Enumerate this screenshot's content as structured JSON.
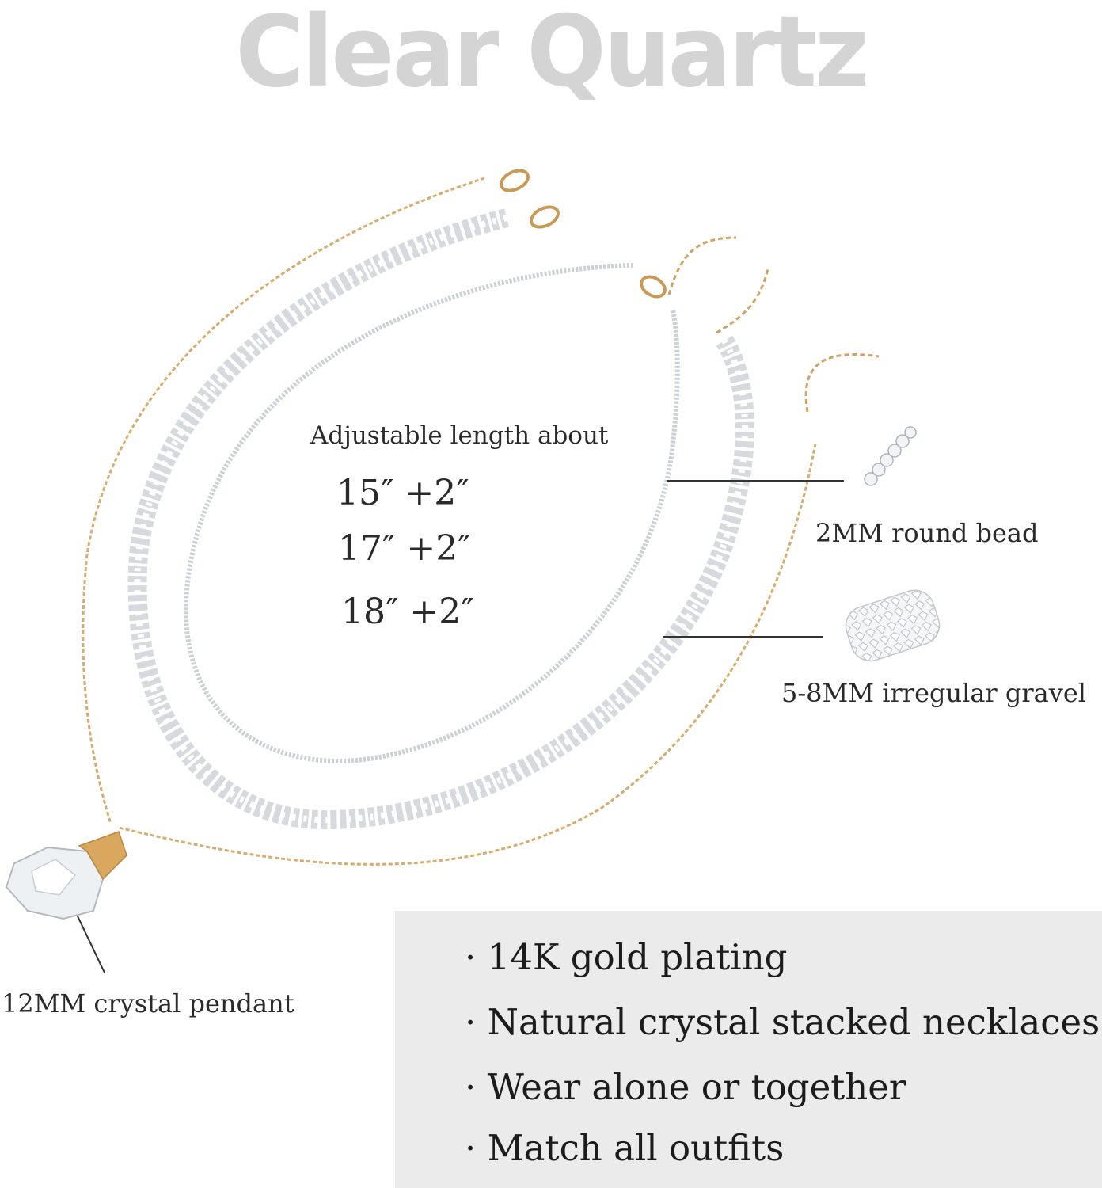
{
  "title": "Clear Quartz",
  "lengths": {
    "caption": "Adjustable length about",
    "options": [
      "15″   +2″",
      "17″   +2″",
      "18″   +2″"
    ]
  },
  "callouts": {
    "round_bead": "2MM round bead",
    "gravel": "5-8MM irregular gravel",
    "pendant": "12MM crystal pendant"
  },
  "features": [
    "· 14K gold plating",
    "· Natural crystal stacked necklaces",
    "· Wear alone or together",
    "· Match all outfits"
  ],
  "colors": {
    "title": "#d4d4d4",
    "gold": "#d8ac6e",
    "crystal": "#c9cdd2",
    "panel": "#ebebeb"
  }
}
